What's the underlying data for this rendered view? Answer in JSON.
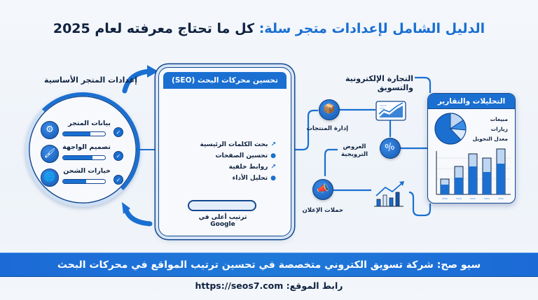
{
  "title": {
    "part_blue": "الدليل الشامل لإعدادات متجر سلة:",
    "part_dark": "كل ما تحتاج معرفته لعام 2025"
  },
  "store_settings": {
    "label": "إعدادات المتجر الأساسية",
    "items": [
      {
        "label": "بيانات المتجر",
        "icon": "gear-icon",
        "progress": 65,
        "status": "check"
      },
      {
        "label": "تصميم الواجهة",
        "icon": "paintbrush-icon",
        "progress": 70,
        "status": "check"
      },
      {
        "label": "خيارات الشحن",
        "icon": "globe-icon",
        "progress": 55,
        "status": "check"
      }
    ]
  },
  "seo": {
    "title": "تحسين محركات البحث (SEO)",
    "items": [
      {
        "label": "بحث الكلمات الرئيسية",
        "bullet": "arrow"
      },
      {
        "label": "تحسين الصفحات",
        "bullet": "dot"
      },
      {
        "label": "روابط خلفية",
        "bullet": "arrow"
      },
      {
        "label": "تحليل الأداء",
        "bullet": "dot"
      }
    ],
    "google_caption": "ترتيب أعلى في Google"
  },
  "commerce": {
    "title": "التجارة الإلكترونية والتسويق",
    "nodes": [
      {
        "label": "إدارة المنتجات",
        "icon": "box-icon"
      },
      {
        "label": "العروض الترويجية",
        "label_line1": "العروض",
        "label_line2": "الترويجية",
        "icon": "price-tag-icon"
      },
      {
        "label": "حملات الإعلان",
        "icon": "megaphone-icon"
      }
    ]
  },
  "analytics": {
    "title": "التحليلات والتقارير",
    "legend": [
      "مبيعات",
      "زيارات",
      "معدل التحويل"
    ],
    "bars": [
      {
        "total": 30,
        "filled": 18
      },
      {
        "total": 55,
        "filled": 32
      },
      {
        "total": 80,
        "filled": 56
      },
      {
        "total": 72,
        "filled": 44
      },
      {
        "total": 95,
        "filled": 60
      }
    ]
  },
  "footer": {
    "banner": "سيو صح: شركة تسويق الكتروني متخصصة في تحسين ترتيب المواقع في محركات البحث",
    "site_label": "رابط الموقع:",
    "site_url": "https://seos7.com"
  },
  "colors": {
    "primary": "#1a6fd1",
    "dark": "#0f2240",
    "outline": "#14488f",
    "light": "#cfe0f4"
  }
}
